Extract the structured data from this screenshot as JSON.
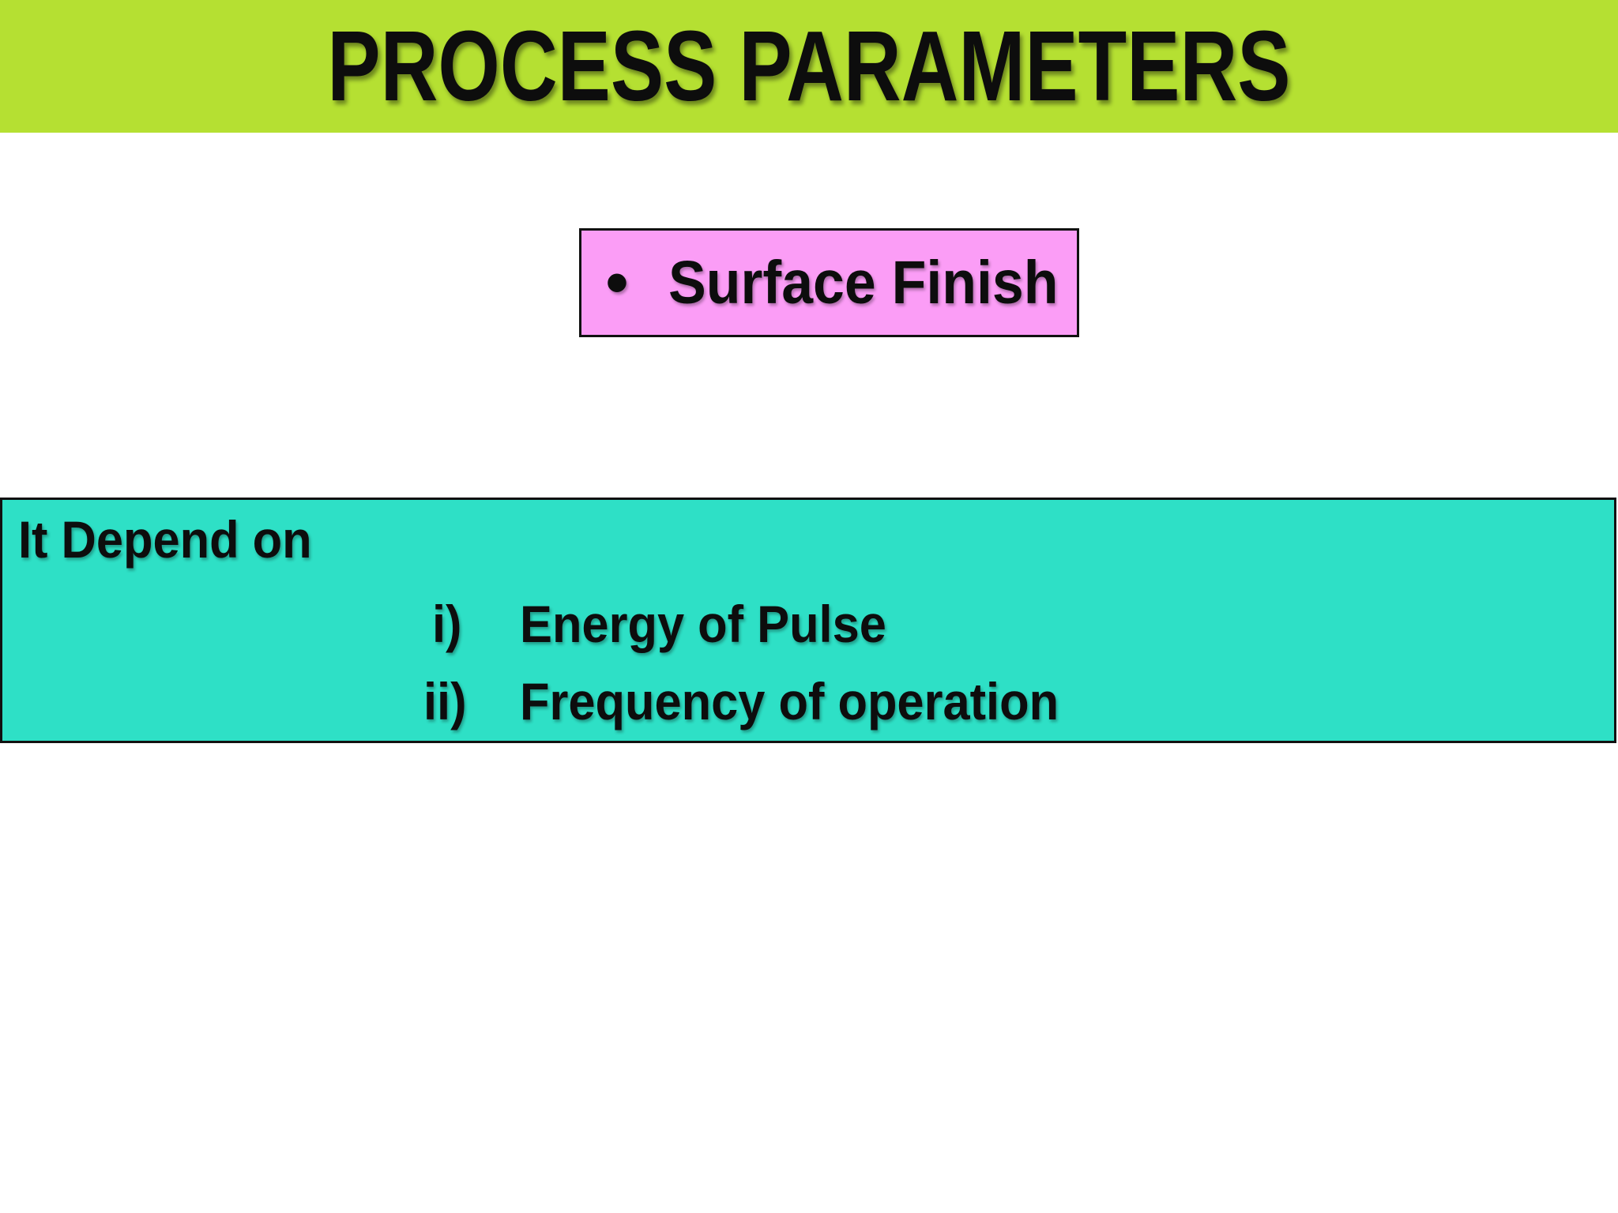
{
  "header": {
    "title": "PROCESS PARAMETERS"
  },
  "surface_box": {
    "bullet_glyph": "•",
    "label": "Surface Finish"
  },
  "depend_box": {
    "intro": "It Depend on",
    "items": [
      {
        "num": "i)",
        "label": "Energy of Pulse"
      },
      {
        "num": "ii)",
        "label": "Frequency of operation"
      }
    ]
  },
  "colors": {
    "header_bg": "#b5e032",
    "surface_bg": "#fb9df6",
    "depend_bg": "#2ee0c6",
    "border": "#111111",
    "text": "#0d0d0d"
  }
}
